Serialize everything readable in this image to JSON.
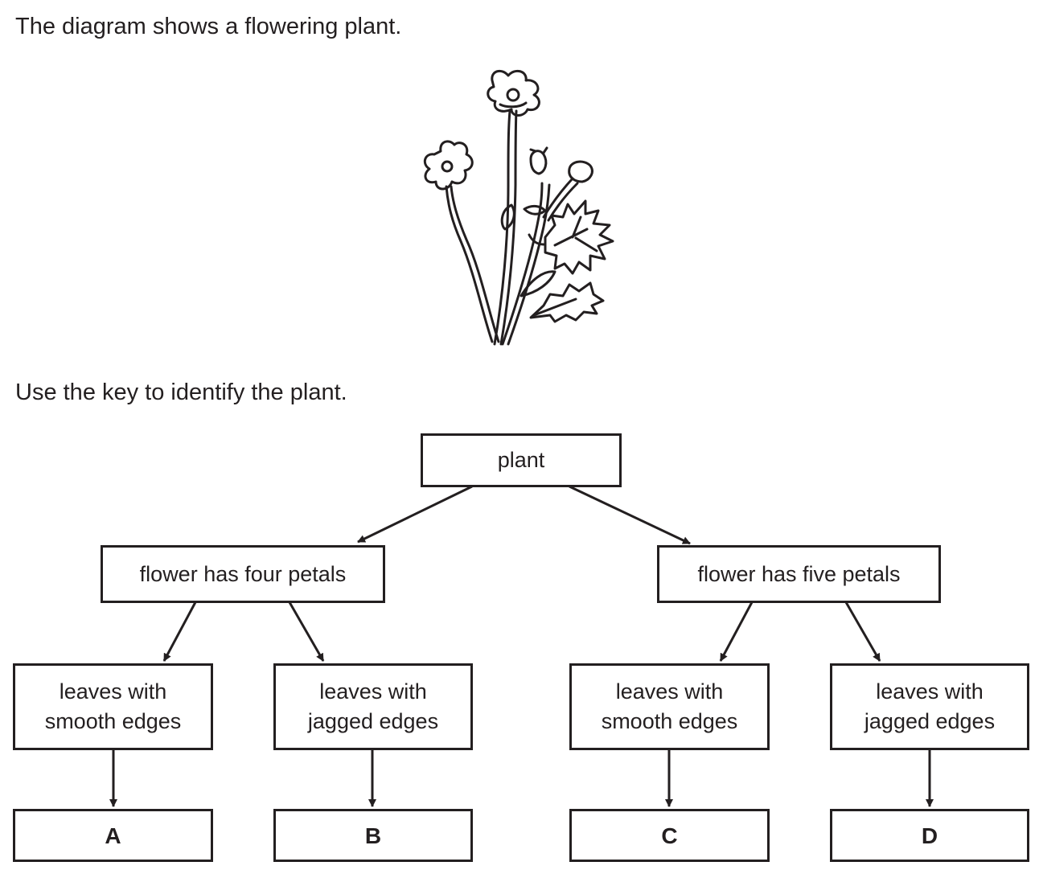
{
  "intro_text": "The diagram shows a flowering plant.",
  "instruction_text": "Use the key to identify the plant.",
  "key": {
    "root": "plant",
    "left_branch": "flower has four petals",
    "right_branch": "flower has five petals",
    "left_left": "leaves with\nsmooth edges",
    "left_right": "leaves with\njagged edges",
    "right_left": "leaves with\nsmooth edges",
    "right_right": "leaves with\njagged edges",
    "results": [
      "A",
      "B",
      "C",
      "D"
    ]
  }
}
